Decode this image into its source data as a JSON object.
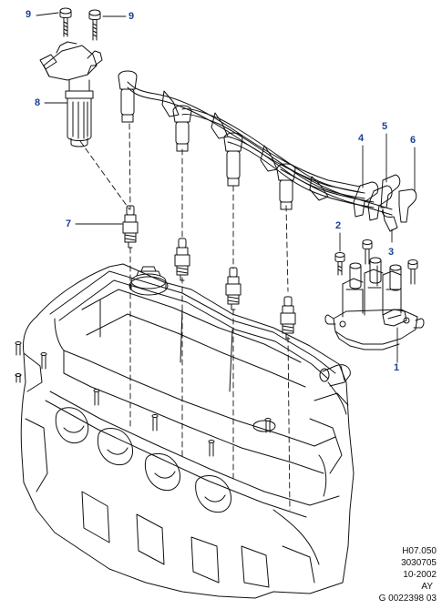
{
  "colors": {
    "line": "#111111",
    "callout": "#1b3f9a",
    "background": "#ffffff"
  },
  "callouts": {
    "c1": "1",
    "c2": "2",
    "c3": "3",
    "c4": "4",
    "c5": "5",
    "c6": "6",
    "c7": "7",
    "c8": "8",
    "c9a": "9",
    "c9b": "9"
  },
  "reference": {
    "line1": "H07.050",
    "line2": "3030705",
    "line3": "10-2002",
    "line4": "AY",
    "line5": "G 0022398 03"
  }
}
